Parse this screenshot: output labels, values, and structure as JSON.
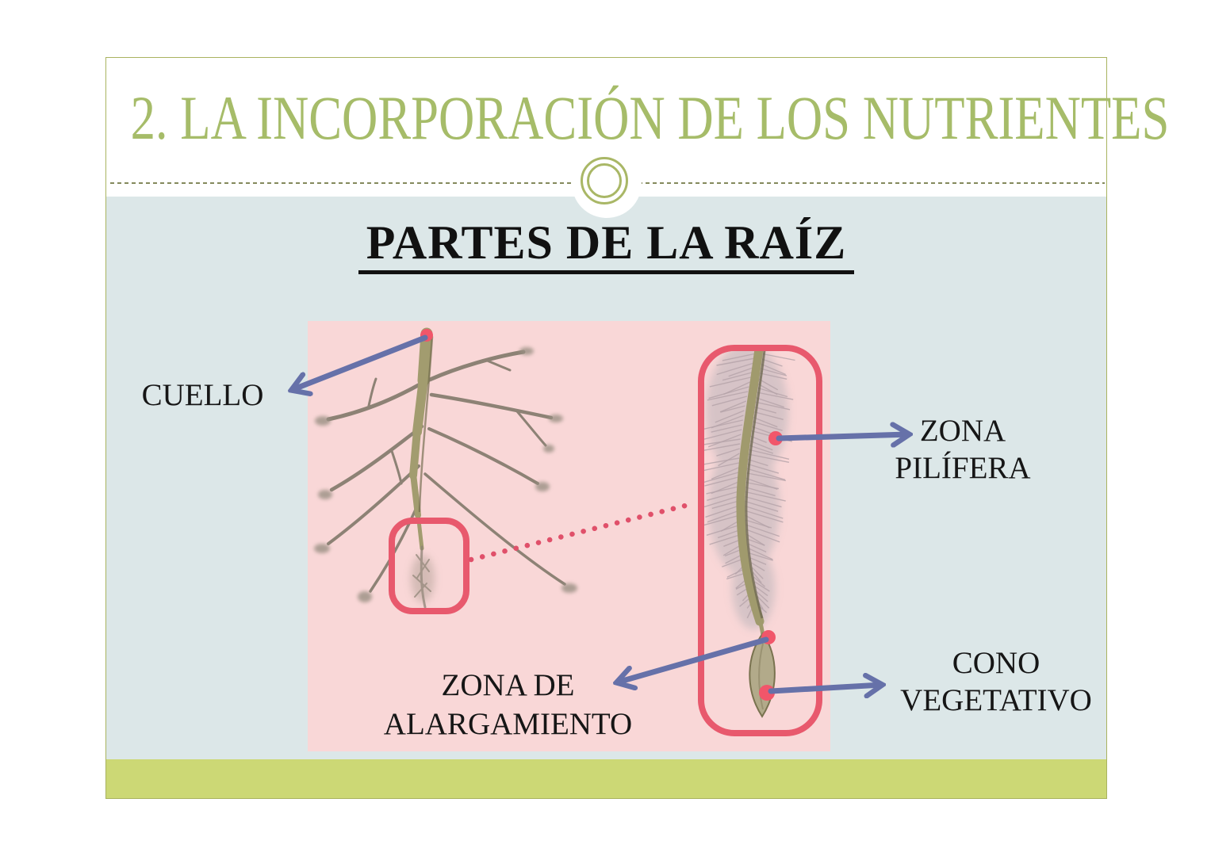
{
  "slide": {
    "title": "2. LA INCORPORACIÓN DE LOS NUTRIENTES",
    "section_heading": "PARTES DE LA RAÍZ",
    "callouts": {
      "cuello": {
        "label": "CUELLO"
      },
      "zona_pilifera": {
        "line1": "ZONA",
        "line2": "PILÍFERA"
      },
      "zona_alargamiento": {
        "line1": "ZONA DE",
        "line2": "ALARGAMIENTO"
      },
      "cono_vegetativo": {
        "line1": "CONO",
        "line2": "VEGETATIVO"
      }
    },
    "colors": {
      "title_green": "#a6bc69",
      "accent_band_olive": "#ccd875",
      "content_bg_blue": "#dce7e8",
      "figure_bg_pink": "#f9d7d7",
      "highlight_red": "#e8596d",
      "arrow_blue": "#6671a9",
      "text_black": "#161616"
    }
  }
}
